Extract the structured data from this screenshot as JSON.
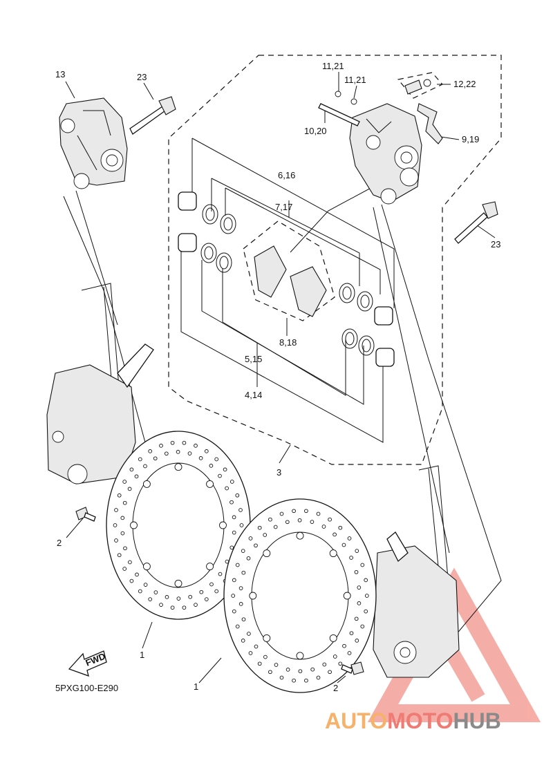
{
  "diagram": {
    "part_labels": {
      "caliper_left": "13",
      "bolt_left": "23",
      "pin_clip_a": "11,21",
      "pin_clip_b": "11,21",
      "bleed_screw": "12,22",
      "pin": "10,20",
      "pad_spring": "9,19",
      "bolt_right": "23",
      "seal_a": "6,16",
      "seal_b": "7,17",
      "pads": "8,18",
      "piston_a": "5,15",
      "piston_b": "4,14",
      "caliper_assy": "3",
      "disc_screw_left": "2",
      "disc_left": "1",
      "disc_right": "1",
      "disc_screw_right": "2"
    },
    "fwd_label": "FWD",
    "drawing_code": "5PXG100-E290"
  },
  "watermark": {
    "part1": "AUTO",
    "part2": "MOTO",
    "part3": "HUB",
    "colors": {
      "auto": "#f6b26b",
      "moto": "#ee7b74",
      "hub": "#8a8a8a",
      "triangle": "#f28b82"
    }
  }
}
